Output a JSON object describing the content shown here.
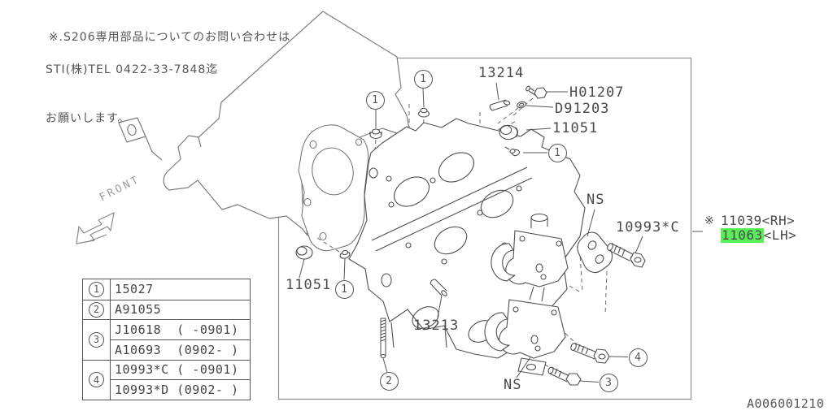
{
  "note": {
    "line1": "※.S206専用部品についてのお問い合わせは",
    "line2": "STI(株)TEL 0422-33-7848迄",
    "line3": "お願いします。"
  },
  "front_label": "FRONT",
  "drawing_number": "A006001210",
  "colors": {
    "highlight": "#57ee57",
    "line": "#4f4f4f"
  },
  "parts": {
    "pin_top": "13214",
    "bolt_h": "H01207",
    "washer_d": "D91203",
    "plug_right": "11051",
    "plug_left": "11051",
    "ns_upper": "NS",
    "ns_lower": "NS",
    "bolt_10993": "10993*C",
    "pin_lower": "13213",
    "head_ref": {
      "mark": "※",
      "rh": "11039",
      "rh_side": "<RH>",
      "lh": "11063",
      "lh_side": "<LH>"
    }
  },
  "callouts": {
    "one": "1",
    "two": "2",
    "three": "3",
    "four": "4"
  },
  "legend": {
    "rows": [
      {
        "num": "1",
        "lines": [
          "15027"
        ]
      },
      {
        "num": "2",
        "lines": [
          "A91055"
        ]
      },
      {
        "num": "3",
        "lines": [
          "J10618  ( -0901)",
          "A10693  (0902- )"
        ]
      },
      {
        "num": "4",
        "lines": [
          "10993*C ( -0901)",
          "10993*D (0902- )"
        ]
      }
    ]
  }
}
